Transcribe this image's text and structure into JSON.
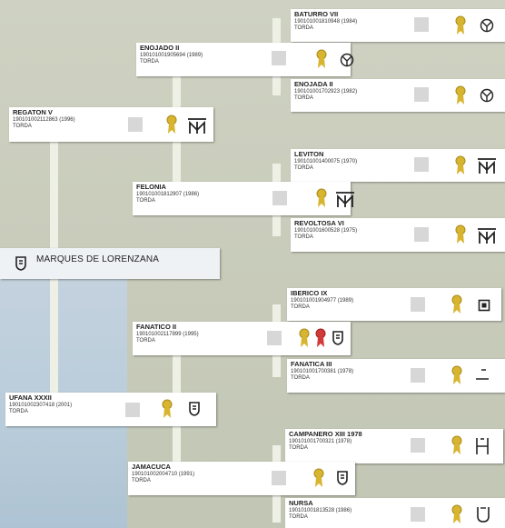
{
  "center": {
    "label": "MARQUES DE LORENZANA"
  },
  "animals": {
    "baturro_vii": {
      "name": "BATURRO VII",
      "reg": "190101001810948 (1984)",
      "sub": "TORDA"
    },
    "enojado_ii": {
      "name": "ENOJADO II",
      "reg": "190101001905694 (1989)",
      "sub": "TORDA"
    },
    "enojada_ii": {
      "name": "ENOJADA II",
      "reg": "190101001702923 (1982)",
      "sub": "TORDA"
    },
    "regaton_v": {
      "name": "REGATON V",
      "reg": "190101002112863 (1996)",
      "sub": "TORDA"
    },
    "leviton": {
      "name": "LEVITON",
      "reg": "190101001400075 (1970)",
      "sub": "TORDA"
    },
    "felonia": {
      "name": "FELONIA",
      "reg": "190101001812907 (1986)",
      "sub": "TORDA"
    },
    "revoltosa_vi": {
      "name": "REVOLTOSA VI",
      "reg": "190101001600528 (1975)",
      "sub": "TORDA"
    },
    "iberico_ix": {
      "name": "IBERICO IX",
      "reg": "190101001904977 (1989)",
      "sub": "TORDA"
    },
    "fanatico_ii": {
      "name": "FANATICO II",
      "reg": "190101002117899 (1995)",
      "sub": "TORDA"
    },
    "fanatica_iii": {
      "name": "FANATICA III",
      "reg": "190101001700381 (1978)",
      "sub": "TORDA"
    },
    "ufana_xxxii": {
      "name": "UFANA XXXII",
      "reg": "190101002307418 (2001)",
      "sub": "TORDA"
    },
    "campanero_xiii": {
      "name": "CAMPANERO XIII 1978",
      "reg": "190101001700321 (1978)",
      "sub": "TORDA"
    },
    "jamacuca": {
      "name": "JAMACUCA",
      "reg": "190101002004710 (1991)",
      "sub": "TORDA"
    },
    "nursa": {
      "name": "NURSA",
      "reg": "190101001813528 (1986)",
      "sub": "TORDA"
    }
  },
  "colors": {
    "medal_gold": "#d8b530",
    "medal_red": "#d23a3a",
    "line": "#eef0e6",
    "blue_panel": "#b9ccda"
  }
}
